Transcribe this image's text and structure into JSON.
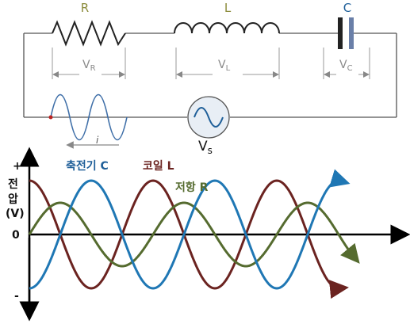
{
  "circuit": {
    "resistor_label": "R",
    "inductor_label": "L",
    "capacitor_label": "C",
    "vr_main": "V",
    "vr_sub": "R",
    "vl_main": "V",
    "vl_sub": "L",
    "vc_main": "V",
    "vc_sub": "C",
    "source_main": "V",
    "source_sub": "s",
    "current_label": "i"
  },
  "graph": {
    "y_axis_label_1": "전",
    "y_axis_label_2": "압",
    "y_axis_label_3": "(V)",
    "plus_label": "+",
    "zero_label": "0",
    "minus_label": "-",
    "capacitor_curve_label": "축전기 C",
    "inductor_curve_label": "코일 L",
    "resistor_curve_label": "저항 R"
  },
  "colors": {
    "capacitor": "#1f77b4",
    "inductor": "#6b2320",
    "resistor": "#556b2f",
    "label_olive": "#8c8c3c",
    "label_blue": "#1f5f99",
    "circuit_line": "#555555"
  }
}
